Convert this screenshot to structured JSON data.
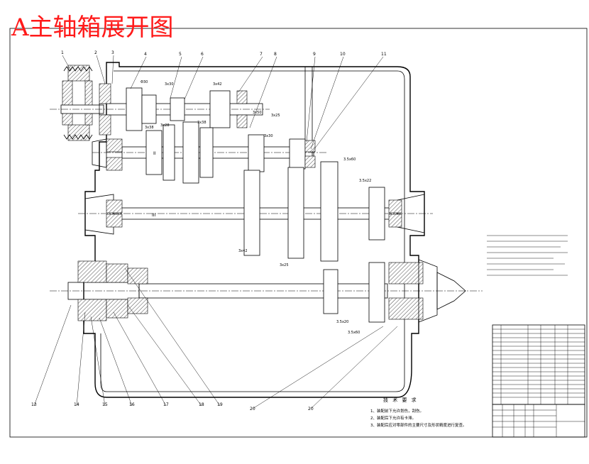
{
  "title": "A主轴箱展开图",
  "part_numbers": [
    "1",
    "2",
    "3",
    "4",
    "5",
    "6",
    "7",
    "8",
    "9",
    "10",
    "11",
    "13",
    "14",
    "15",
    "16",
    "17",
    "18",
    "19",
    "20"
  ],
  "shaft_labels": [
    "II",
    "III"
  ],
  "dimension_labels": {
    "pulley": "Φ30",
    "shaft_top_left": "3x30",
    "gear_a": "3x42",
    "gear_b": "3x50",
    "gear_c": "3x25",
    "gear_d": "3x38",
    "gear_e": "3x28",
    "gear_f": "3x38",
    "gear_g": "3x30",
    "gear_h": "3.5x60",
    "gear_i": "3.5x22",
    "gear_j": "3x42",
    "gear_k": "3x25",
    "gear_l": "3.5x20",
    "gear_m": "3.5x60"
  },
  "tech_requirements": {
    "heading": "技 术 要 求",
    "items": [
      "1、装配前下允许划伤，刮伤。",
      "2、装配后下允许有卡滞。",
      "3、装配后应对零部件的主要尺寸及形状精度进行复查。"
    ]
  }
}
